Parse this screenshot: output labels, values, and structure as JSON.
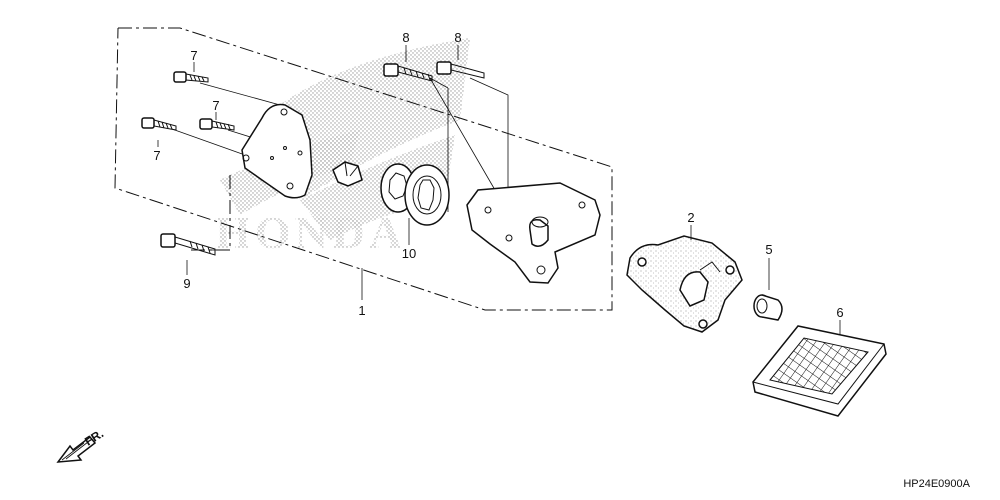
{
  "diagram": {
    "callouts": {
      "c1": "1",
      "c2": "2",
      "c5": "5",
      "c6": "6",
      "c7a": "7",
      "c7b": "7",
      "c7c": "7",
      "c8a": "8",
      "c8b": "8",
      "c9": "9",
      "c10": "10"
    },
    "front_indicator": "FR.",
    "diagram_code": "HP24E0900A",
    "watermark": "HONDA",
    "icons": {
      "front_arrow": "arrow-down-left-icon",
      "watermark_logo": "honda-wing-logo"
    }
  }
}
